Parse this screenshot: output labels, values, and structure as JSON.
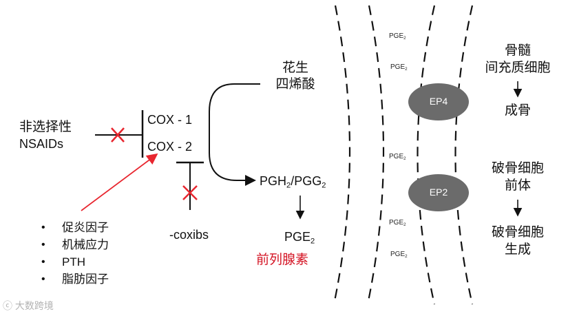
{
  "nsaids": {
    "line1": "非选择性",
    "line2": "NSAIDs"
  },
  "cox": {
    "cox1": "COX - 1",
    "cox2": "COX - 2"
  },
  "coxibs": "-coxibs",
  "arachidonic": {
    "line1": "花生",
    "line2": "四烯酸"
  },
  "pgh_pgg": {
    "p1": "PGH",
    "s1": "2",
    "p2": "/PGG",
    "s2": "2"
  },
  "pge": {
    "base": "PGE",
    "sub": "2"
  },
  "prostaglandin": "前列腺素",
  "factors": [
    "促炎因子",
    "机械应力",
    "PTH",
    "脂肪因子"
  ],
  "membrane_pge": {
    "base": "PGE",
    "sub": "2"
  },
  "receptors": {
    "ep4": "EP4",
    "ep2": "EP2"
  },
  "bone_marrow": {
    "line1": "骨髓",
    "line2": "间充质细胞",
    "result": "成骨"
  },
  "osteoclast": {
    "line1": "破骨细胞",
    "line2": "前体",
    "result1": "破骨细胞",
    "result2": "生成"
  },
  "watermark": "大数跨境",
  "colors": {
    "inhibit": "#e8262f",
    "ellipse": "#6b6b6b",
    "text": "#111111",
    "prostaglandin": "#d41424"
  }
}
